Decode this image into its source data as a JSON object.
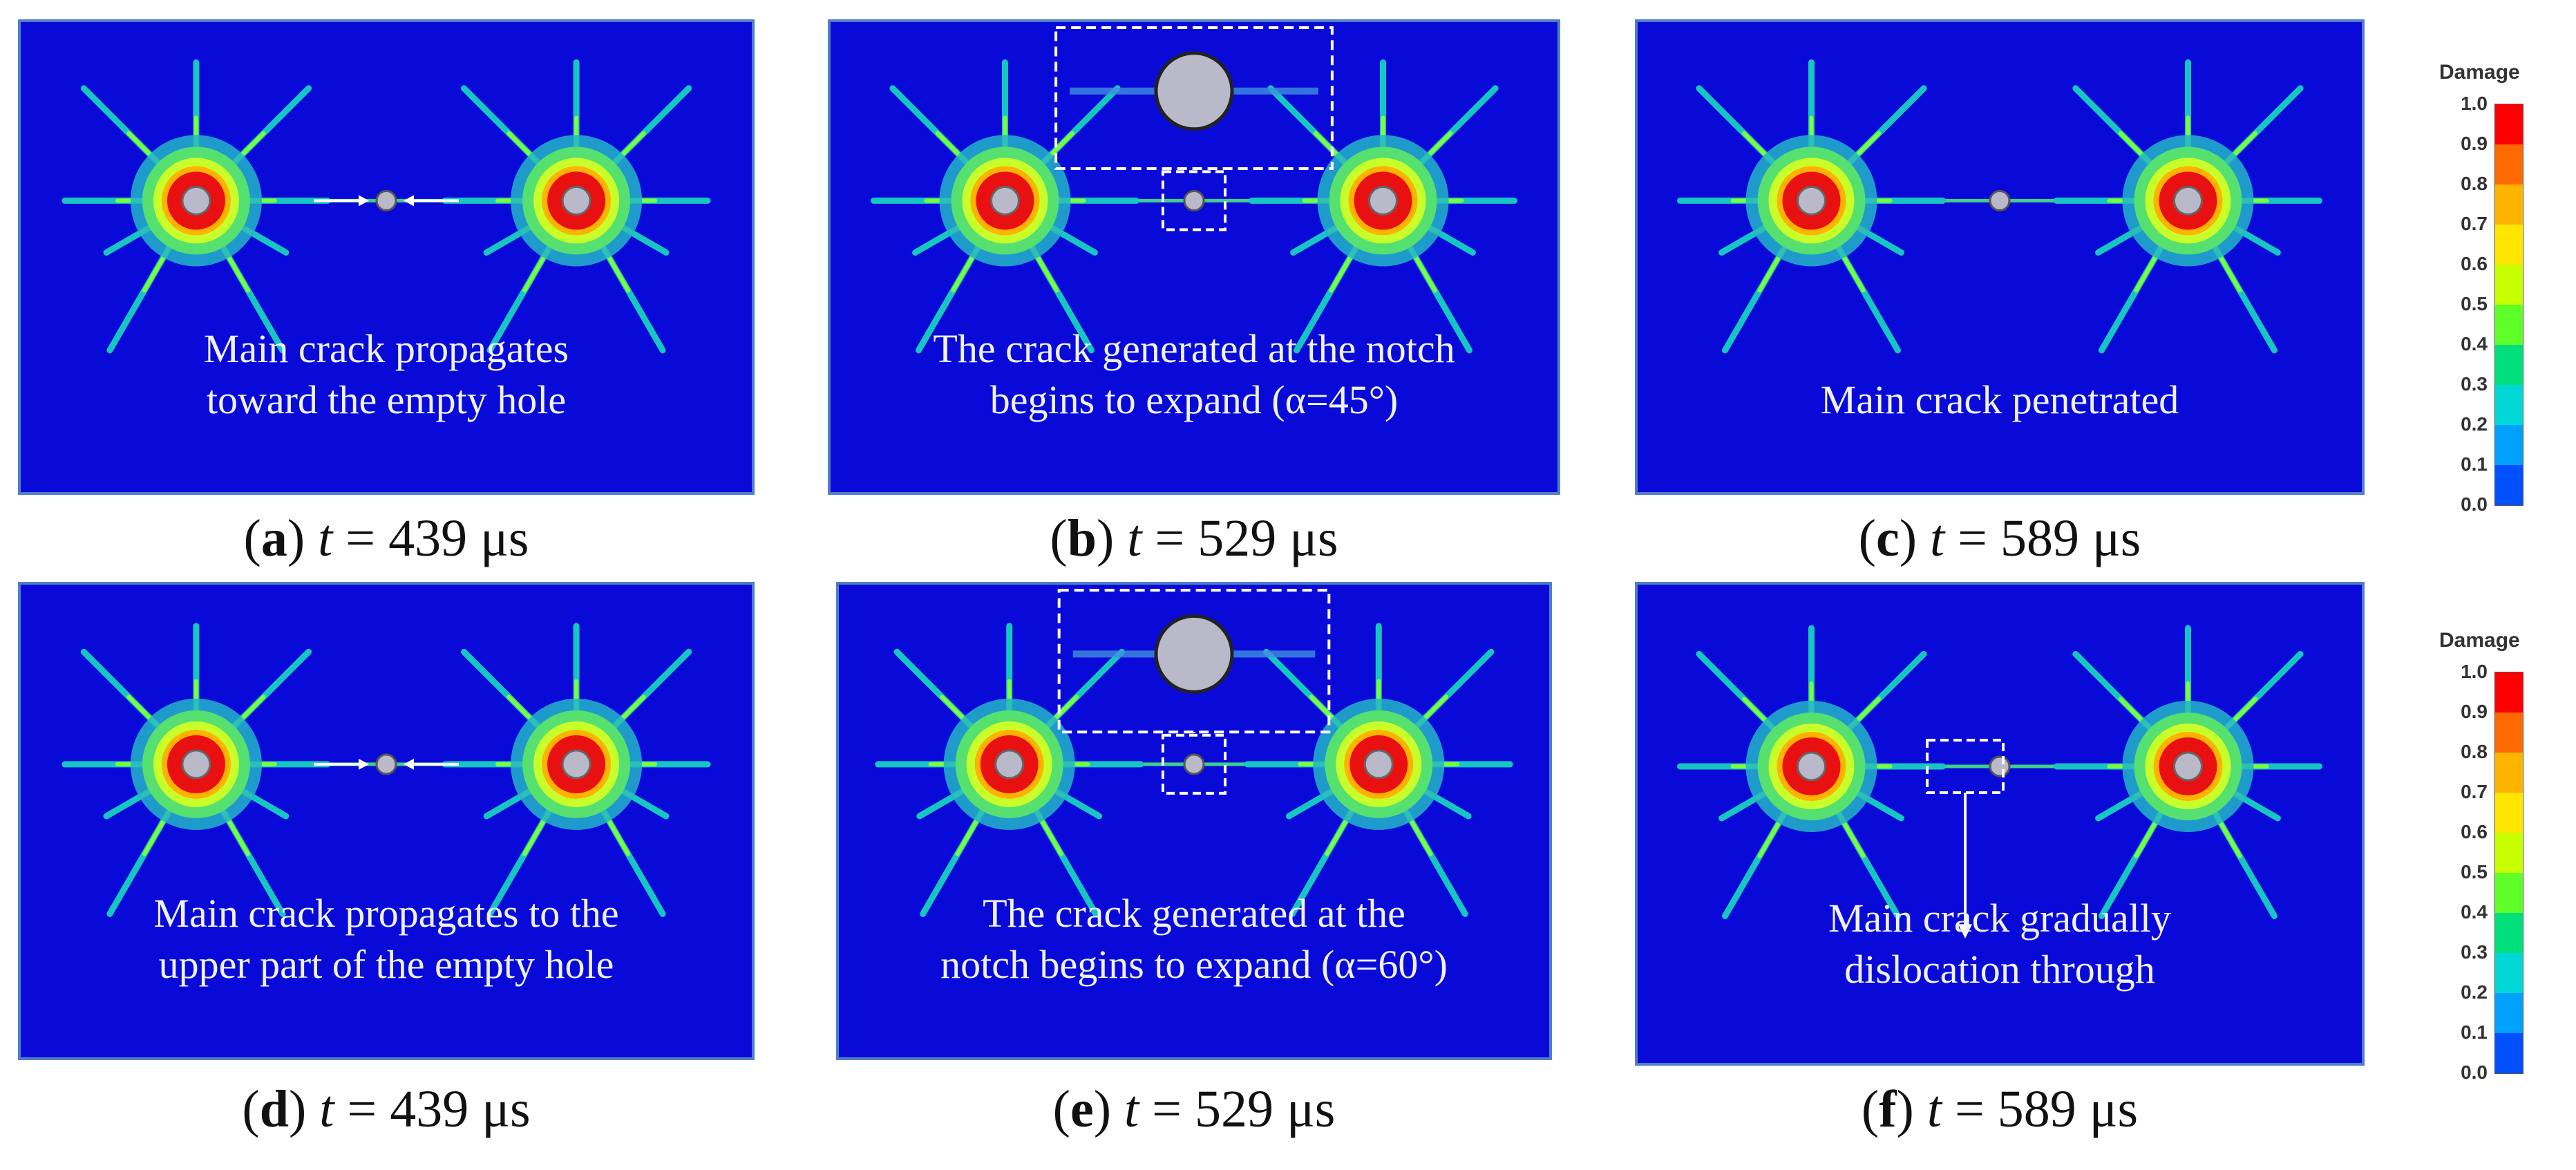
{
  "panels": [
    {
      "id": "a",
      "text": [
        "Main crack propagates",
        "toward the empty hole"
      ],
      "caption": {
        "letter": "a",
        "tvar": "t",
        "value": "= 439 μs"
      },
      "inset": false,
      "arrows": true,
      "dashed": false
    },
    {
      "id": "b",
      "text": [
        "The crack generated at the notch",
        "begins to expand (α=45°)"
      ],
      "caption": {
        "letter": "b",
        "tvar": "t",
        "value": "= 529 μs"
      },
      "inset": true,
      "arrows": false,
      "dashed": false
    },
    {
      "id": "c",
      "text": [
        "Main crack penetrated"
      ],
      "caption": {
        "letter": "c",
        "tvar": "t",
        "value": "= 589 μs"
      },
      "inset": false,
      "arrows": false,
      "dashed": false
    },
    {
      "id": "d",
      "text": [
        "Main crack propagates to the",
        "upper part of the empty hole"
      ],
      "caption": {
        "letter": "d",
        "tvar": "t",
        "value": "= 439 μs"
      },
      "inset": false,
      "arrows": true,
      "dashed": false
    },
    {
      "id": "e",
      "text": [
        "The crack generated at the",
        "notch begins to expand (α=60°)"
      ],
      "caption": {
        "letter": "e",
        "tvar": "t",
        "value": "= 529 μs"
      },
      "inset": true,
      "arrows": false,
      "dashed": false
    },
    {
      "id": "f",
      "text": [
        "Main crack gradually",
        "dislocation through"
      ],
      "caption": {
        "letter": "f",
        "tvar": "t",
        "value": "= 589 μs"
      },
      "inset": false,
      "arrows": false,
      "dashed": true
    }
  ],
  "legend": {
    "title": "Damage",
    "ticks": [
      "1.0",
      "0.9",
      "0.8",
      "0.7",
      "0.6",
      "0.5",
      "0.4",
      "0.3",
      "0.2",
      "0.1",
      "0.0"
    ],
    "colors": [
      "#ff0000",
      "#ff6a00",
      "#ffb400",
      "#ffe600",
      "#c8ff00",
      "#5fff2a",
      "#00e07a",
      "#00d8d8",
      "#00a0ff",
      "#0050ff",
      "#0000e0"
    ]
  }
}
